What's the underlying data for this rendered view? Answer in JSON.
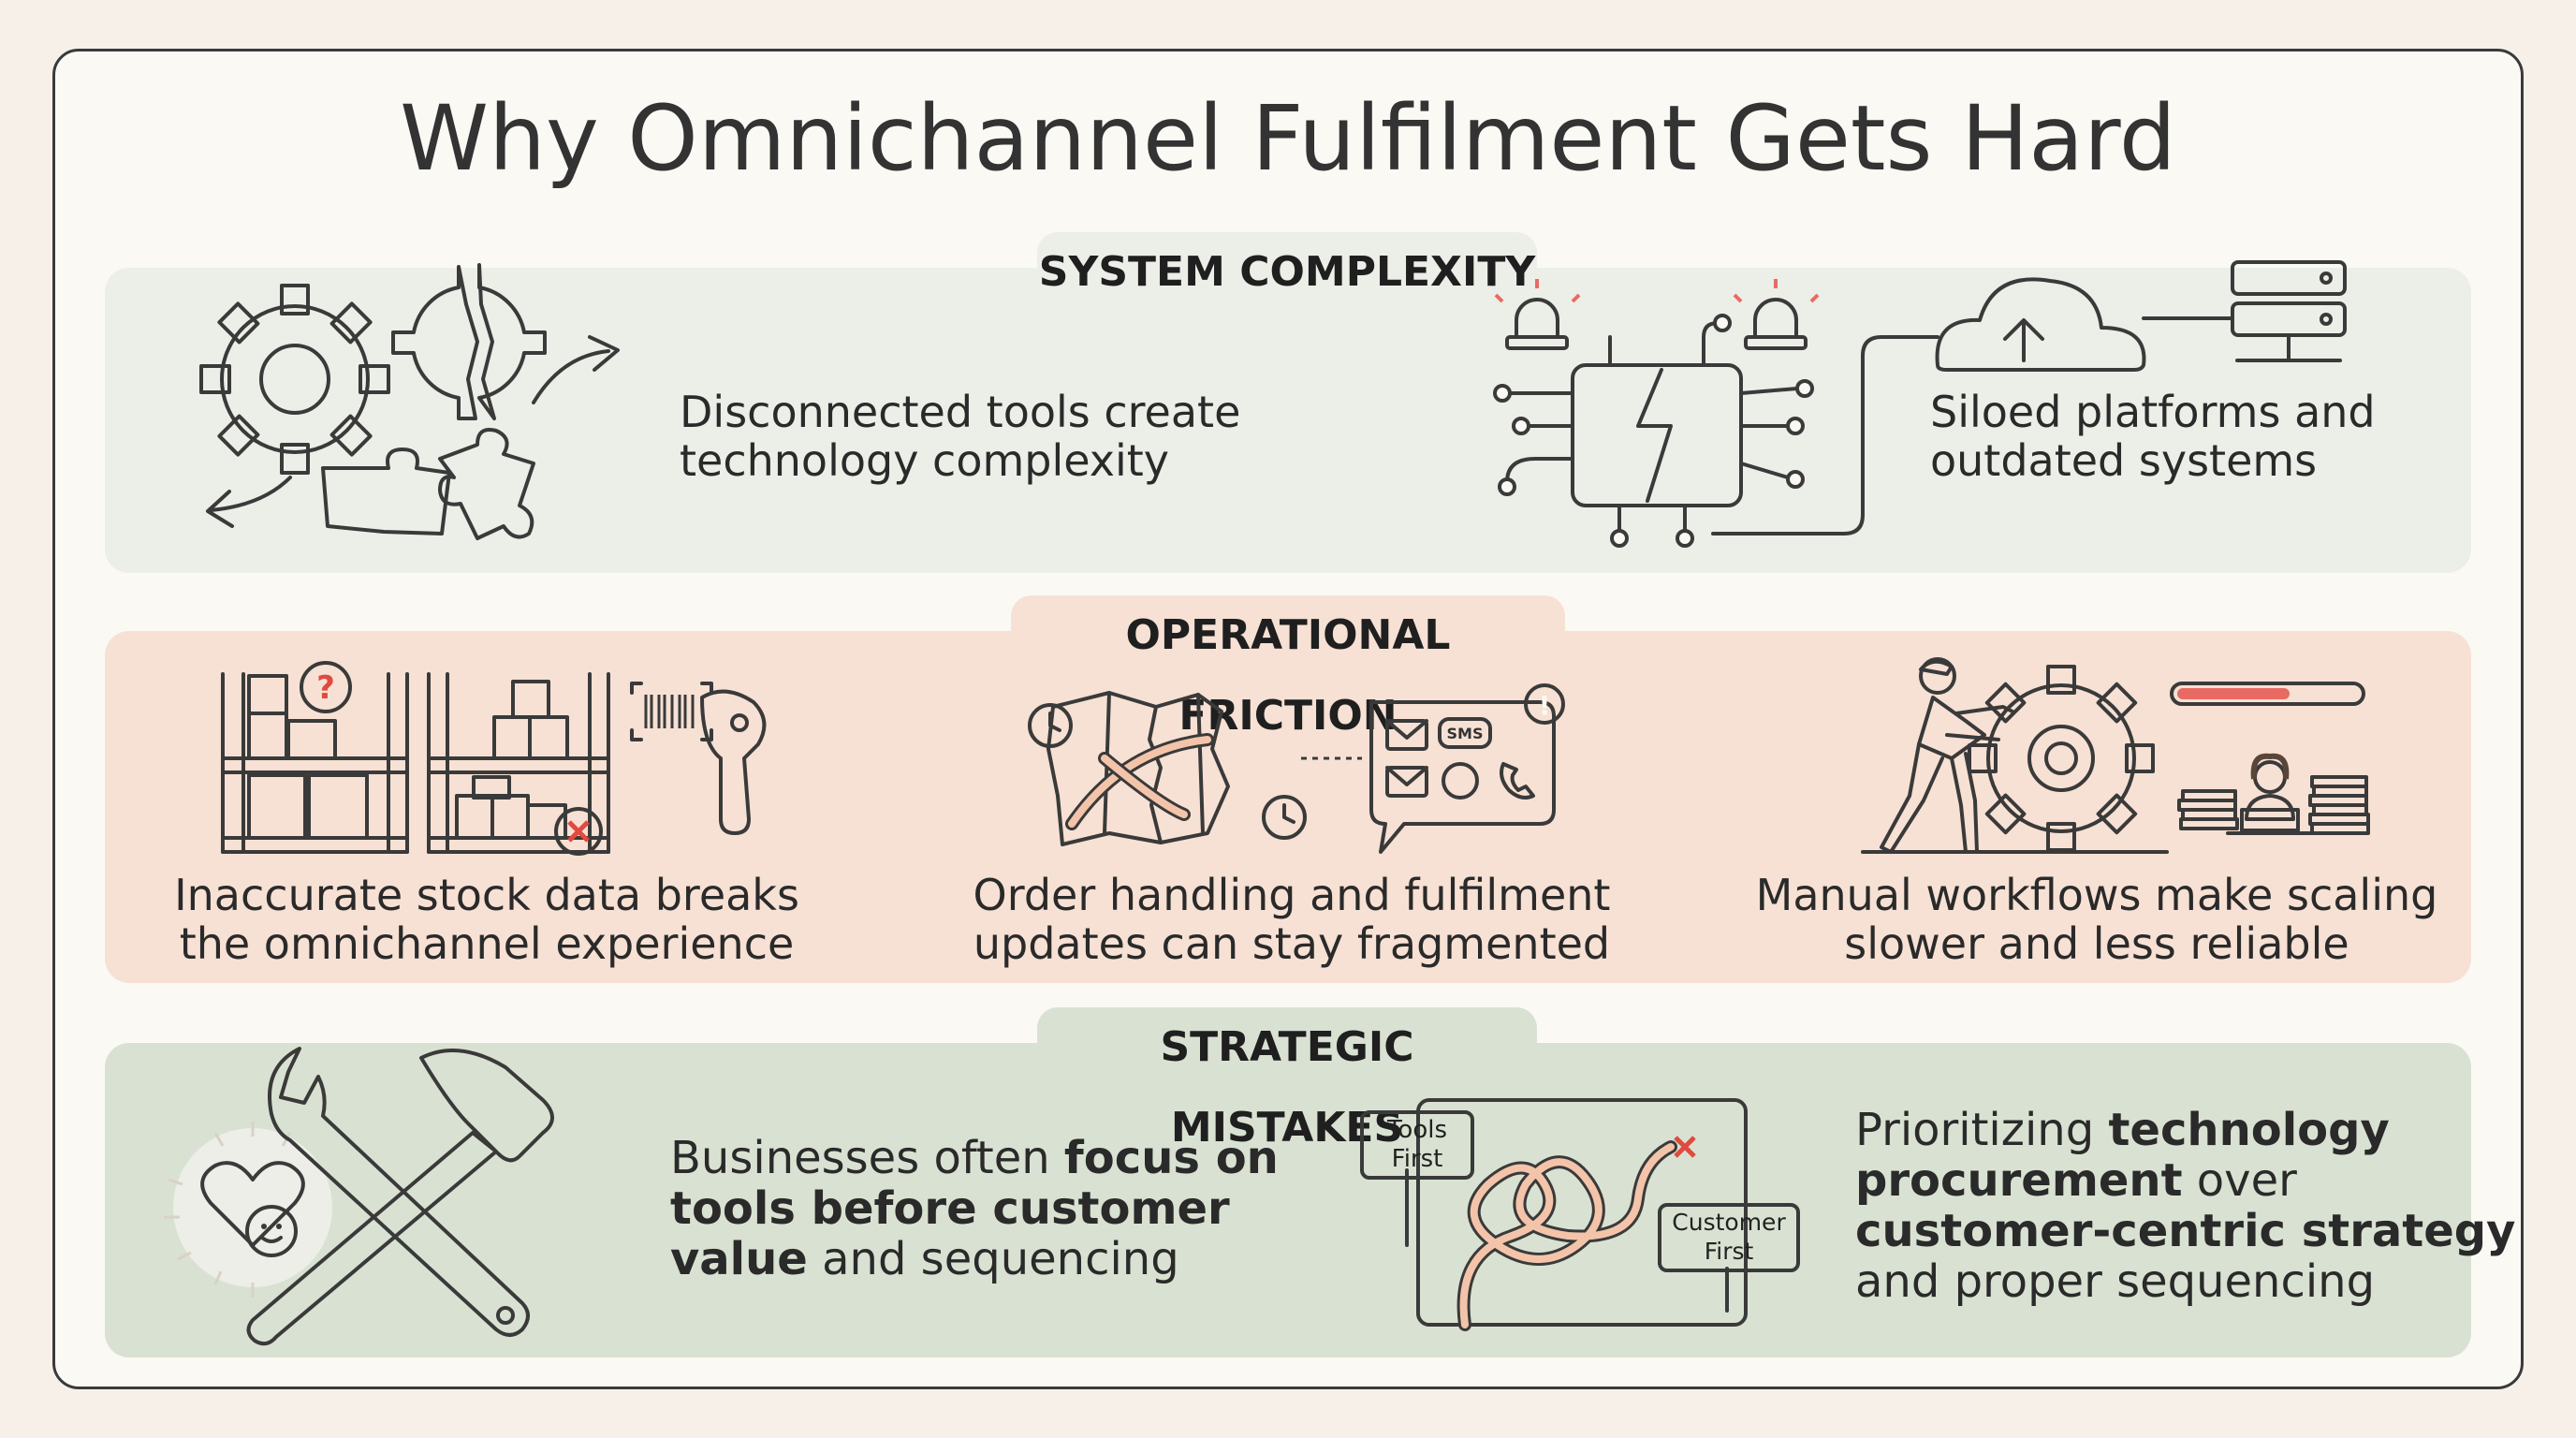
{
  "title": "Why Omnichannel Fulfilment Gets Hard",
  "sections": [
    {
      "heading": "SYSTEM COMPLEXITY",
      "items": [
        {
          "lines": [
            "Disconnected tools create",
            "technology complexity"
          ],
          "icon": "scattered-gears-puzzle-icon"
        },
        {
          "lines": [
            "Siloed platforms and",
            "outdated systems"
          ],
          "icon": "broken-chip-cloud-server-icon"
        }
      ]
    },
    {
      "heading": "OPERATIONAL FRICTION",
      "items": [
        {
          "lines": [
            "Inaccurate stock data breaks",
            "the omnichannel experience"
          ],
          "icon": "warehouse-shelves-scanner-icon"
        },
        {
          "lines": [
            "Order handling and fulfilment",
            "updates can stay fragmented"
          ],
          "icon": "torn-map-messages-icon"
        },
        {
          "lines": [
            "Manual workflows make scaling",
            "slower and less reliable"
          ],
          "icon": "person-pushing-gear-icon"
        }
      ],
      "icon_text": {
        "sms": "SMS"
      }
    },
    {
      "heading": "STRATEGIC MISTAKES",
      "items": [
        {
          "pre": "Businesses often ",
          "bold1": "focus on",
          "bold2": "tools before customer",
          "bold3": "value",
          "post": " and sequencing",
          "icon": "wrench-hammer-icon"
        },
        {
          "pre": "Prioritizing ",
          "bold1": "technology",
          "bold2": "procurement",
          "mid": " over",
          "bold3": "customer-centric strategy",
          "post": "and proper sequencing",
          "icon": "tangled-path-signs-icon"
        }
      ],
      "signs": {
        "tools": [
          "Tools",
          "First"
        ],
        "customer": [
          "Customer",
          "First"
        ]
      }
    }
  ],
  "colors": {
    "peach": "#f3c4aa",
    "sage": "#c4d3bf",
    "red": "#e86b63",
    "outline": "#3a3a3a"
  }
}
